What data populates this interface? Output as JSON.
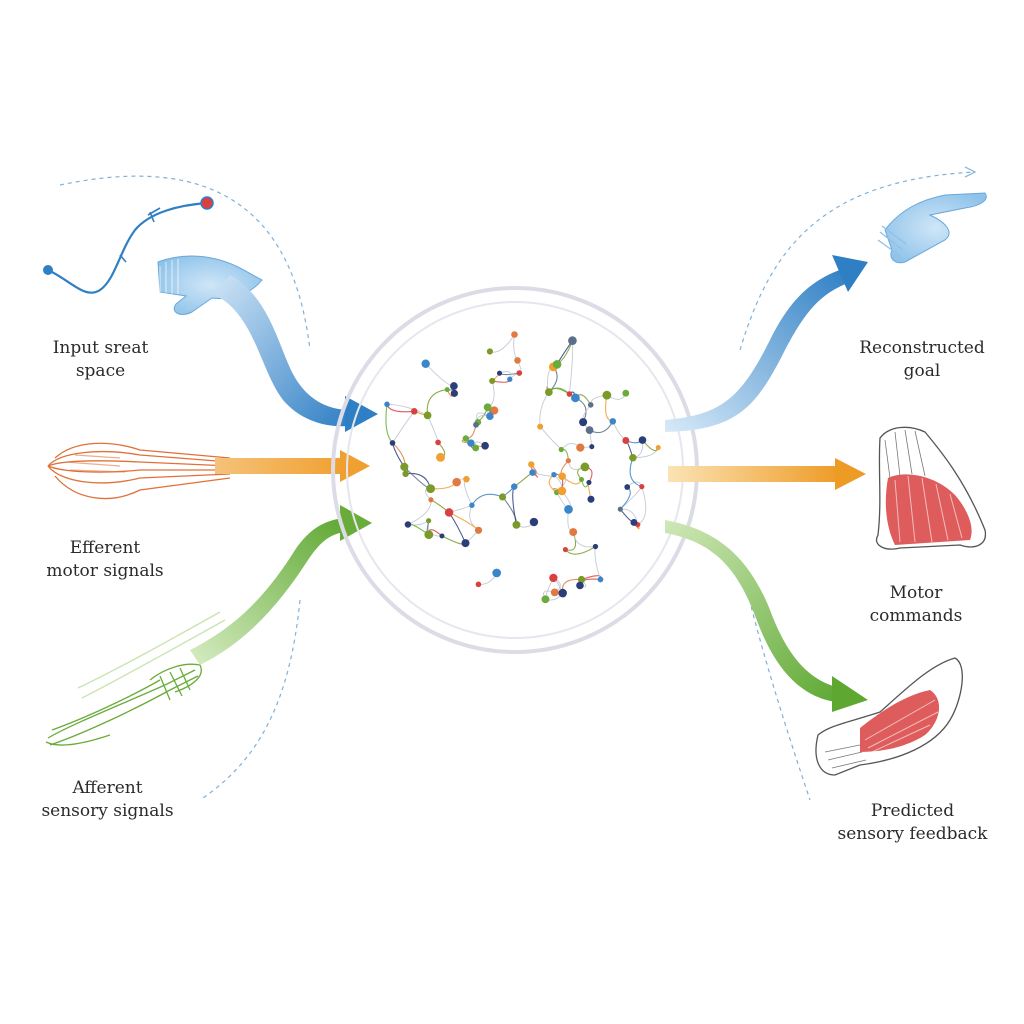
{
  "labels": {
    "input_state_space": [
      "Input sreat",
      "space"
    ],
    "efferent_motor": [
      "Efferent",
      "motor signals"
    ],
    "afferent_sensory": [
      "Afferent",
      "sensory signals"
    ],
    "reconstructed_goal": [
      "Reconstructed",
      "goal"
    ],
    "motor_commands": [
      "Motor",
      "commands"
    ],
    "predicted_feedback": [
      "Predicted",
      "sensory feedback"
    ]
  },
  "colors": {
    "blue": "#3a86c8",
    "orange": "#f0a030",
    "green": "#6aac3a",
    "red": "#d94040",
    "ring": "#dcdce6"
  },
  "icons": [
    "trajectory-icon",
    "hand-icon",
    "muscle-fibers-icon",
    "leg-fibers-icon",
    "reaching-hand-icon",
    "muscle-icon",
    "foot-muscle-icon",
    "neural-network-icon"
  ]
}
